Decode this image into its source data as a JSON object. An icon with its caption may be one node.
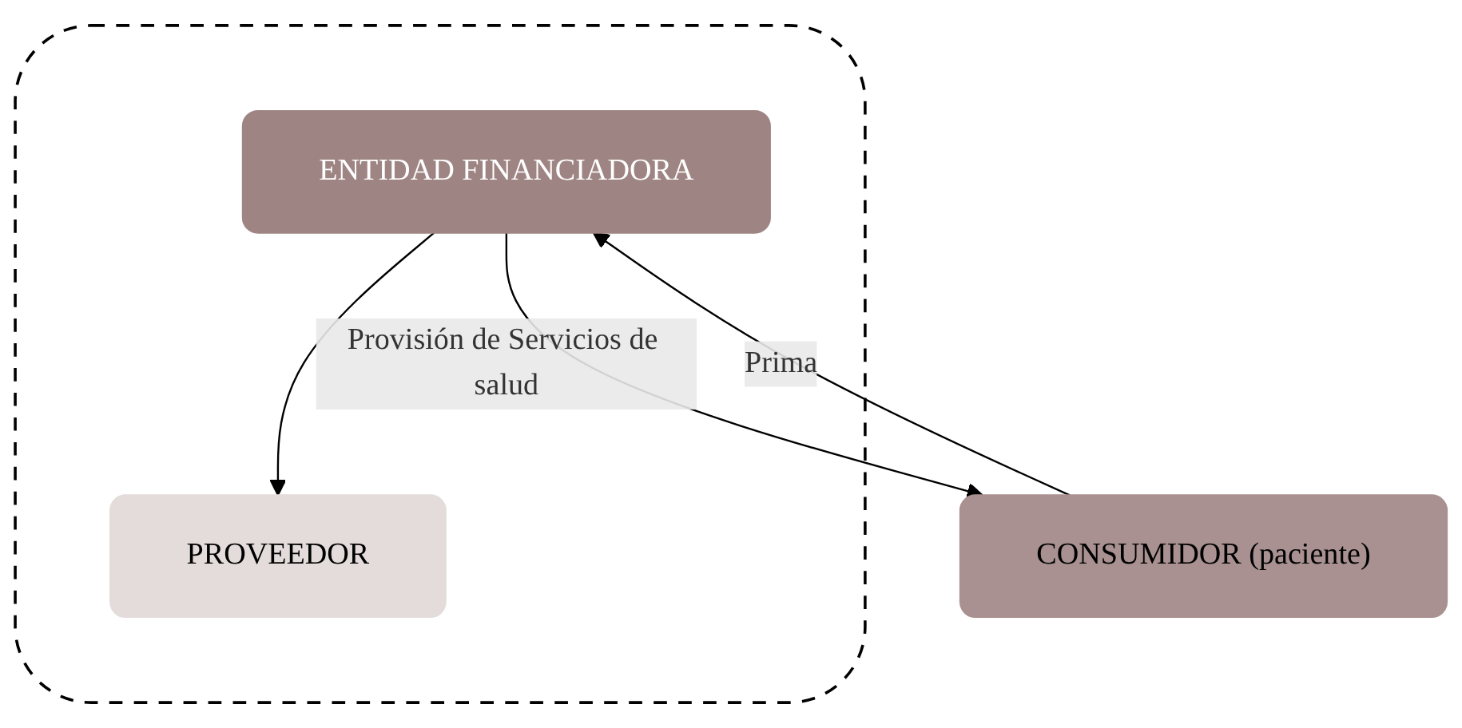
{
  "diagram": {
    "nodes": [
      {
        "text": [],
        "shape": "box"
      },
      {
        "text": [
          "ENTIDAD FINANCIADORA"
        ],
        "in": 0
      },
      {
        "text": [
          "PROVEEDOR"
        ],
        "in": 0
      },
      {
        "text": [
          "CONSUMIDOR (paciente)"
        ]
      }
    ],
    "edges": [
      {
        "from": 3,
        "to": 1,
        "arrow": "to",
        "label": "Prima"
      },
      {
        "from": 1,
        "to": 3,
        "arrow": "to",
        "label": "Provisión de Servicios de salud"
      },
      {
        "from": 1,
        "to": 2,
        "arrow": "to"
      }
    ]
  }
}
